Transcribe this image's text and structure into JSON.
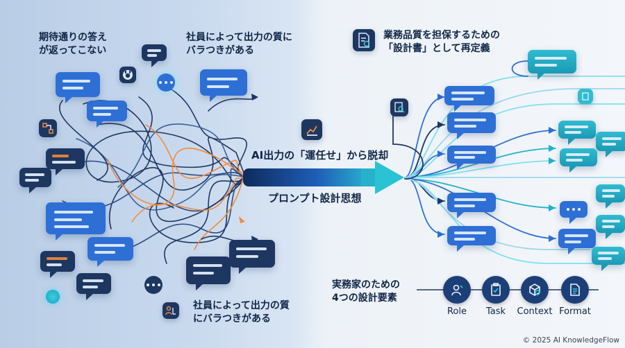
{
  "left_notes": {
    "top_left": "期待通りの答え\nが返ってこない",
    "top_mid": "社員によって出力の質に\nバラつきがある",
    "bottom": "社員によって出力の質\nにバラつきがある"
  },
  "center": {
    "title": "AI出力の「運任せ」から脱却",
    "subtitle": "プロンプト設計思想"
  },
  "right": {
    "heading": "業務品質を担保するための\n「設計書」として再定義",
    "elements_heading": "実務家のための\n4つの設計要素",
    "elements": [
      {
        "label": "Role",
        "icon": "person-icon"
      },
      {
        "label": "Task",
        "icon": "clipboard-icon"
      },
      {
        "label": "Context",
        "icon": "cube-icon"
      },
      {
        "label": "Format",
        "icon": "document-icon"
      }
    ]
  },
  "credit": "© 2025 AI KnowledgeFlow",
  "colors": {
    "navy": "#1e3760",
    "blue": "#2e6fd6",
    "teal": "#1fb3c8",
    "orange": "#f28a3e",
    "text": "#102546"
  }
}
